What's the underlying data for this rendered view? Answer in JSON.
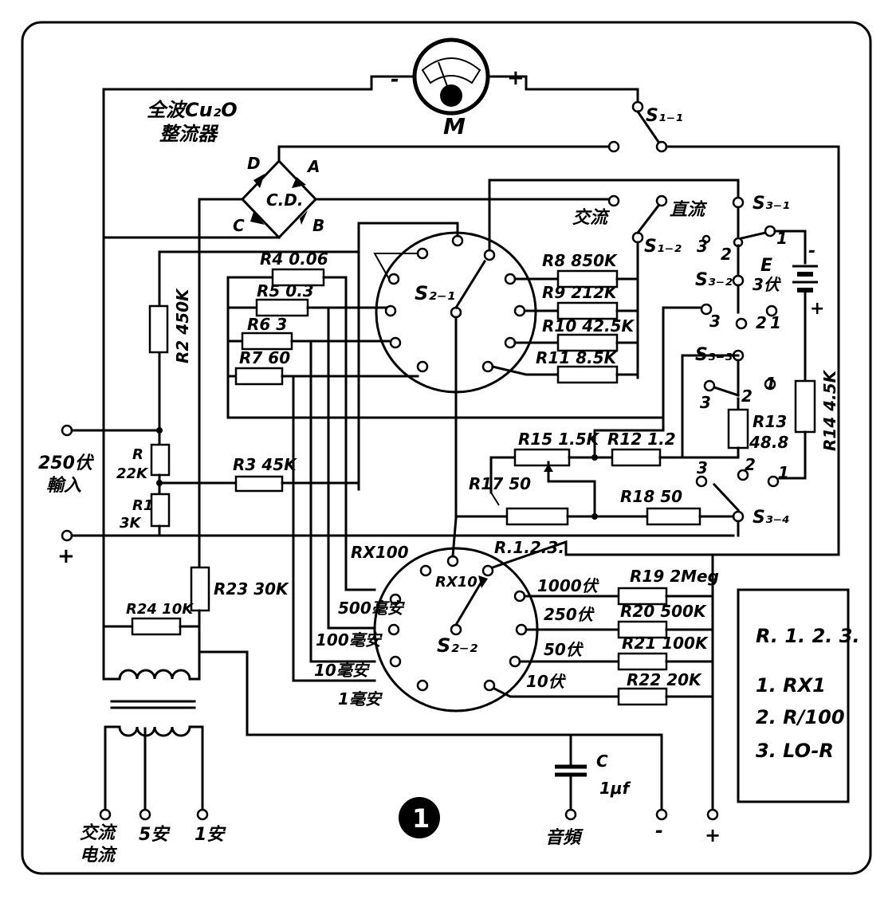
{
  "diagram": {
    "meter": {
      "label": "M",
      "minus": "-",
      "plus": "+"
    },
    "rectifier": {
      "title1": "全波Cu₂O",
      "title2": "整流器",
      "center": "C.D.",
      "d": "D",
      "a": "A",
      "c": "C",
      "b": "B"
    },
    "switches": {
      "s1_1": "S₁₋₁",
      "s1_2": "S₁₋₂",
      "s2_1": "S₂₋₁",
      "s2_2": "S₂₋₂",
      "s3_1": "S₃₋₁",
      "s3_2": "S₃₋₂",
      "s3_3": "S₃₋₃",
      "s3_4": "S₃₋₄"
    },
    "mode": {
      "ac": "交流",
      "dc": "直流"
    },
    "battery": {
      "name": "E",
      "value": "3伏",
      "minus": "-",
      "plus": "+"
    },
    "resistors": {
      "r4": "R4 0.06",
      "r5": "R5 0.3",
      "r6": "R6 3",
      "r7": "R7 60",
      "r8": "R8 850K",
      "r9": "R9 212K",
      "r10": "R10 42.5K",
      "r11": "R11 8.5K",
      "r2": "R2 450K",
      "r_name": "R",
      "r_val": "22K",
      "r1_name": "R1",
      "r1_val": "3K",
      "r3": "R3 45K",
      "r15": "R15 1.5K",
      "r12": "R12 1.2",
      "r13_name": "R13",
      "r13_val": "48.8",
      "r14": "R14 4.5K",
      "r17": "R17 50",
      "r18": "R18 50",
      "r23": "R23 30K",
      "r24": "R24 10K",
      "r19": "R19 2Meg",
      "r20": "R20 500K",
      "r21": "R21 100K",
      "r22": "R22 20K"
    },
    "input": {
      "voltage": "250伏",
      "label": "輸入",
      "plus": "+"
    },
    "s2_2_positions": {
      "rx100": "RX100",
      "rx10": "RX10",
      "r123": "R.1.2.3.",
      "v1000": "1000伏",
      "v250": "250伏",
      "v50": "50伏",
      "v10": "10伏",
      "ma500": "500毫安",
      "ma100": "100毫安",
      "ma10": "10毫安",
      "ma1": "1毫安"
    },
    "s3_positions": {
      "one": "1",
      "two": "2",
      "three": "3"
    },
    "capacitor": {
      "name": "C",
      "value": "1μf"
    },
    "bottom_terminals": {
      "ac_current1": "交流",
      "ac_current2": "电流",
      "a5": "5安",
      "a1": "1安",
      "audio": "音頻",
      "minus": "-",
      "plus": "+"
    },
    "legend": {
      "title": "R. 1. 2. 3.",
      "item1": "1. RX1",
      "item2": "2. R/100",
      "item3": "3. LO-R"
    },
    "figure_number": "1"
  }
}
